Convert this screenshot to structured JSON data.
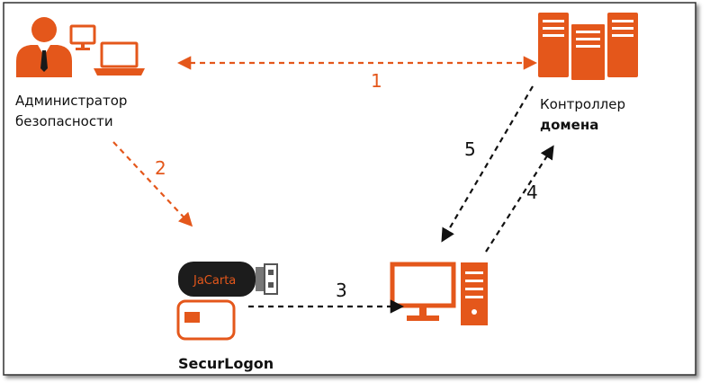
{
  "nodes": {
    "admin": {
      "label_line1": "Администратор",
      "label_line2": "безопасности"
    },
    "controller": {
      "label_line1": "Контроллер",
      "label_line2": "домена"
    },
    "token": {
      "brand": "JaCarta"
    },
    "securlogon": {
      "label": "SecurLogon"
    }
  },
  "edges": [
    {
      "id": "1",
      "label": "1",
      "color": "orange"
    },
    {
      "id": "2",
      "label": "2",
      "color": "orange"
    },
    {
      "id": "3",
      "label": "3",
      "color": "black"
    },
    {
      "id": "4",
      "label": "4",
      "color": "black"
    },
    {
      "id": "5",
      "label": "5",
      "color": "black"
    }
  ],
  "colors": {
    "accent": "#E4571B",
    "dark": "#111111",
    "frame": "#333333"
  },
  "icons": {
    "admin": "person-with-computers-icon",
    "controller": "server-rack-icon",
    "workstation": "desktop-computer-icon",
    "token": "usb-token-icon",
    "card": "smart-card-icon"
  }
}
